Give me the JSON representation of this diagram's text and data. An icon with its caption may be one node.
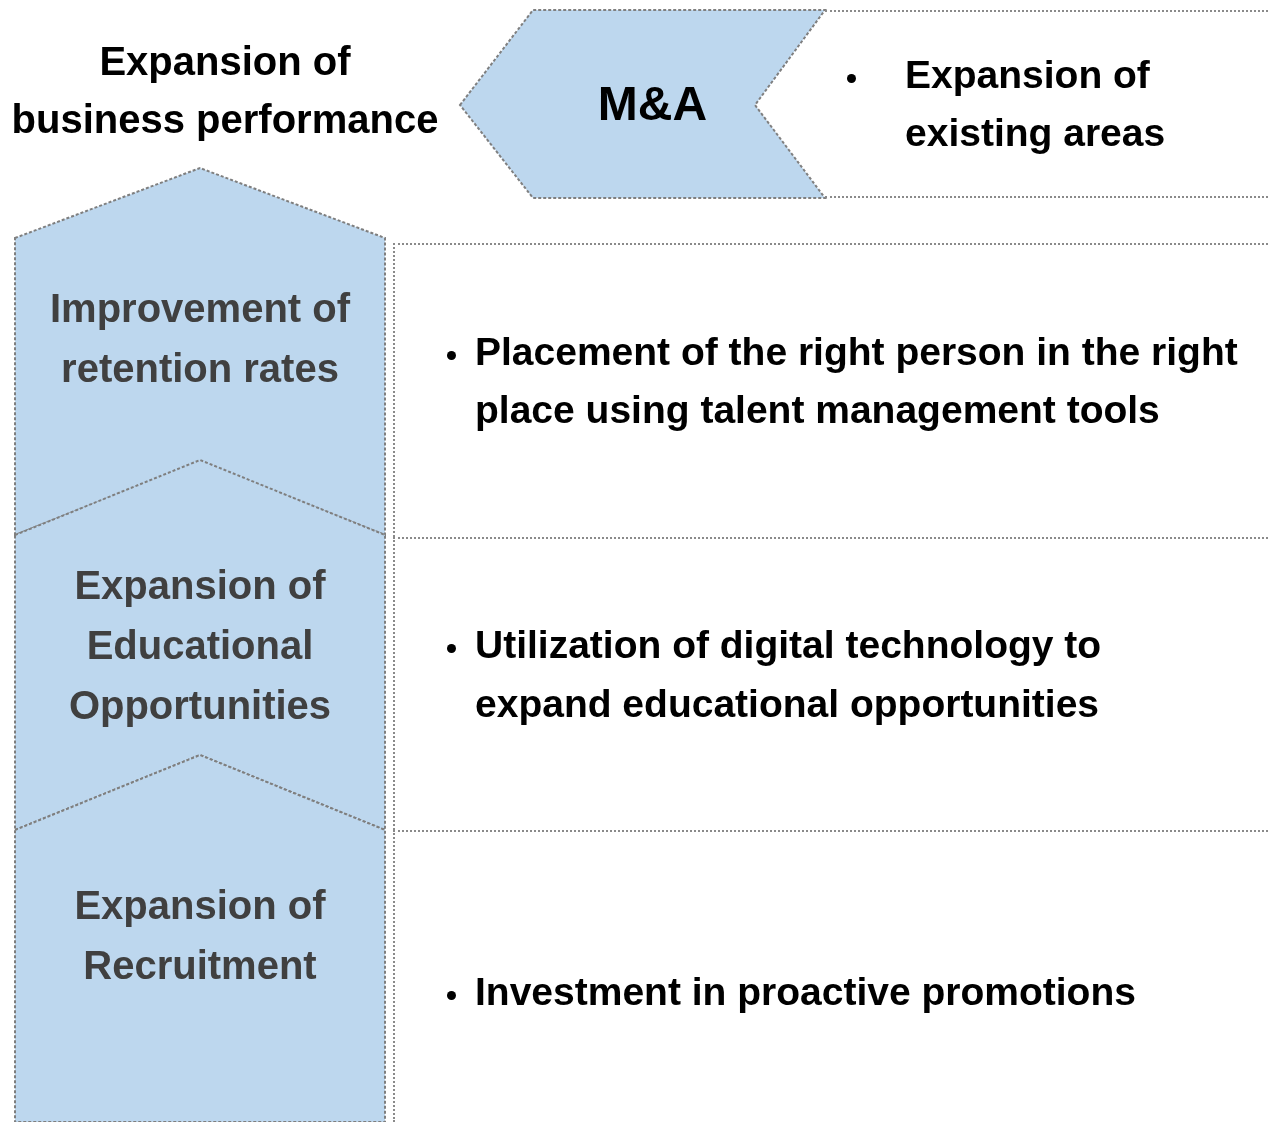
{
  "diagram": {
    "title": "Expansion of business performance",
    "nodes": [
      {
        "text": [
          "M&A"
        ]
      },
      {
        "text": [
          "Expansion of existing areas"
        ]
      },
      {
        "text": [
          "Improvement of retention rates"
        ]
      },
      {
        "text": [
          "Placement of the right person in the right place using talent management tools"
        ]
      },
      {
        "text": [
          "Expansion of Educational Opportunities"
        ]
      },
      {
        "text": [
          "Utilization of digital technology to expand educational opportunities"
        ]
      },
      {
        "text": [
          "Expansion of Recruitment"
        ]
      },
      {
        "text": [
          "Investment in proactive promotions"
        ]
      }
    ]
  }
}
